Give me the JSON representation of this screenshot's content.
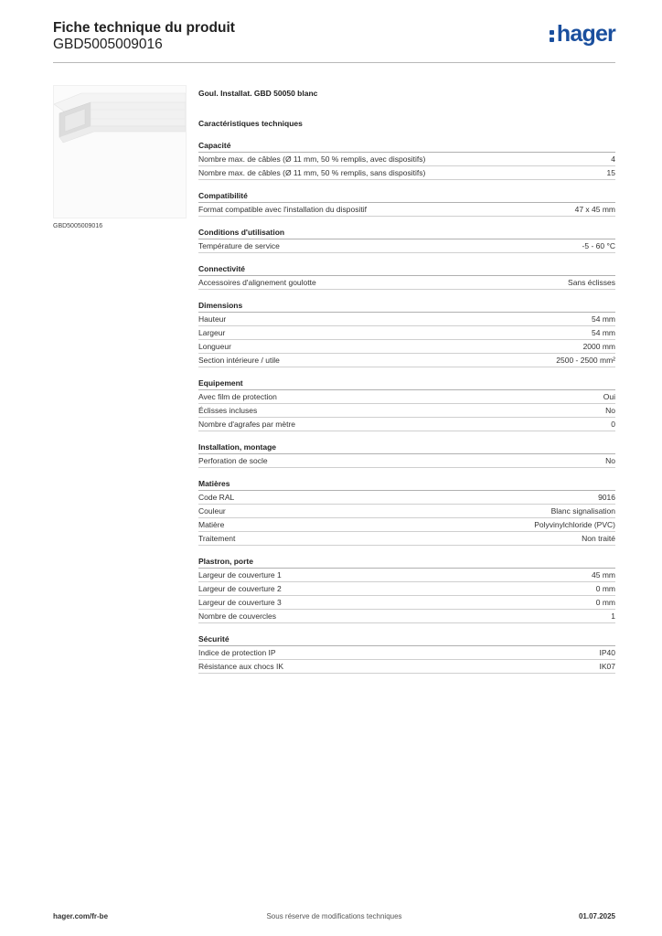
{
  "header": {
    "title": "Fiche technique du produit",
    "reference": "GBD5005009016",
    "logo": {
      "text": "hager",
      "color": "#1a4f9e"
    }
  },
  "product": {
    "image_caption": "GBD5005009016",
    "name": "Goul. Installat. GBD 50050 blanc",
    "tech_heading": "Caractéristiques techniques"
  },
  "sections": [
    {
      "title": "Capacité",
      "rows": [
        {
          "label": "Nombre max. de câbles (Ø 11 mm, 50 % remplis, avec dispositifs)",
          "value": "4"
        },
        {
          "label": "Nombre max. de câbles (Ø 11 mm, 50 % remplis, sans dispositifs)",
          "value": "15"
        }
      ]
    },
    {
      "title": "Compatibilité",
      "rows": [
        {
          "label": "Format compatible avec l'installation du dispositif",
          "value": "47 x 45 mm"
        }
      ]
    },
    {
      "title": "Conditions d'utilisation",
      "rows": [
        {
          "label": "Température de service",
          "value": "-5 - 60 °C"
        }
      ]
    },
    {
      "title": "Connectivité",
      "rows": [
        {
          "label": "Accessoires d'alignement goulotte",
          "value": "Sans éclisses"
        }
      ]
    },
    {
      "title": "Dimensions",
      "rows": [
        {
          "label": "Hauteur",
          "value": "54 mm"
        },
        {
          "label": "Largeur",
          "value": "54 mm"
        },
        {
          "label": "Longueur",
          "value": "2000 mm"
        },
        {
          "label": "Section intérieure / utile",
          "value": "2500 - 2500 mm²"
        }
      ]
    },
    {
      "title": "Equipement",
      "rows": [
        {
          "label": "Avec film de protection",
          "value": "Oui"
        },
        {
          "label": "Éclisses incluses",
          "value": "No"
        },
        {
          "label": "Nombre d'agrafes par mètre",
          "value": "0"
        }
      ]
    },
    {
      "title": "Installation, montage",
      "rows": [
        {
          "label": "Perforation de socle",
          "value": "No"
        }
      ]
    },
    {
      "title": "Matières",
      "rows": [
        {
          "label": "Code RAL",
          "value": "9016"
        },
        {
          "label": "Couleur",
          "value": "Blanc signalisation"
        },
        {
          "label": "Matière",
          "value": "Polyvinylchloride (PVC)"
        },
        {
          "label": "Traitement",
          "value": "Non traité"
        }
      ]
    },
    {
      "title": "Plastron, porte",
      "rows": [
        {
          "label": "Largeur de couverture 1",
          "value": "45 mm"
        },
        {
          "label": "Largeur de couverture 2",
          "value": "0 mm"
        },
        {
          "label": "Largeur de couverture 3",
          "value": "0 mm"
        },
        {
          "label": "Nombre de couvercles",
          "value": "1"
        }
      ]
    },
    {
      "title": "Sécurité",
      "rows": [
        {
          "label": "Indice de protection IP",
          "value": "IP40"
        },
        {
          "label": "Résistance aux chocs IK",
          "value": "IK07"
        }
      ]
    }
  ],
  "footer": {
    "website": "hager.com/fr-be",
    "disclaimer": "Sous réserve de modifications techniques",
    "date": "01.07.2025"
  }
}
